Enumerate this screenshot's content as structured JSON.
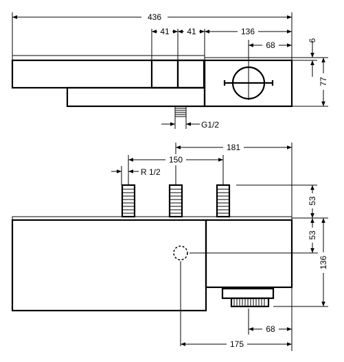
{
  "top_view": {
    "dim_total_width": "436",
    "dim_knob_left": "41",
    "dim_knob_right": "41",
    "dim_right_section": "136",
    "dim_handle_offset": "68",
    "dim_top_strip": "6",
    "dim_height": "77",
    "dim_thread_label": "G1/2"
  },
  "front_view": {
    "dim_span_181": "181",
    "dim_span_150": "150",
    "dim_thread_label": "R 1/2",
    "dim_pipe_height": "53",
    "dim_upper_height": "53",
    "dim_total_height": "136",
    "dim_bottom_offset": "68",
    "dim_circle_to_right": "175"
  }
}
